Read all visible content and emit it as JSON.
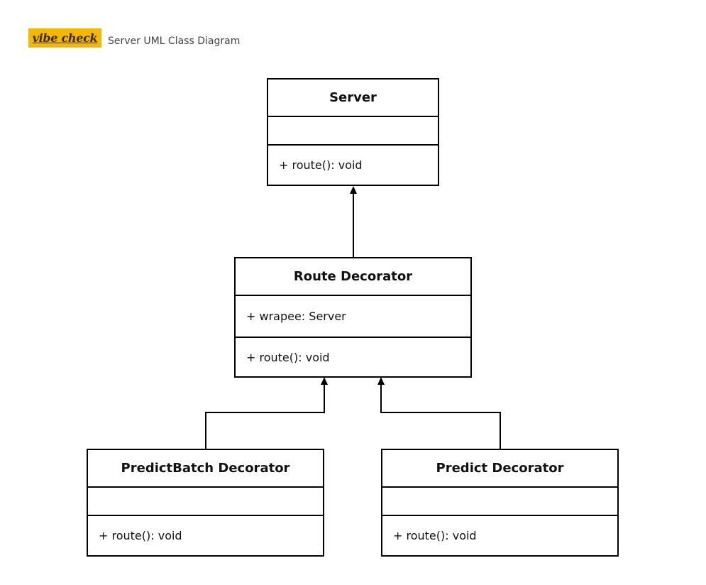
{
  "header": {
    "logo_text": "vibe check",
    "title": "Server UML Class Diagram"
  },
  "classes": {
    "server": {
      "name": "Server",
      "attributes": "",
      "methods": "+ route(): void"
    },
    "route_decorator": {
      "name": "Route Decorator",
      "attributes": "+ wrapee: Server",
      "methods": "+ route(): void"
    },
    "predict_batch_decorator": {
      "name": "PredictBatch Decorator",
      "attributes": "",
      "methods": "+ route(): void"
    },
    "predict_decorator": {
      "name": "Predict Decorator",
      "attributes": "",
      "methods": "+ route(): void"
    }
  },
  "relationships": [
    {
      "from": "Route Decorator",
      "to": "Server",
      "type": "arrow"
    },
    {
      "from": "PredictBatch Decorator",
      "to": "Route Decorator",
      "type": "arrow"
    },
    {
      "from": "Predict Decorator",
      "to": "Route Decorator",
      "type": "arrow"
    }
  ],
  "colors": {
    "logo_background": "#f5b800",
    "line": "#000000",
    "background": "#ffffff"
  }
}
